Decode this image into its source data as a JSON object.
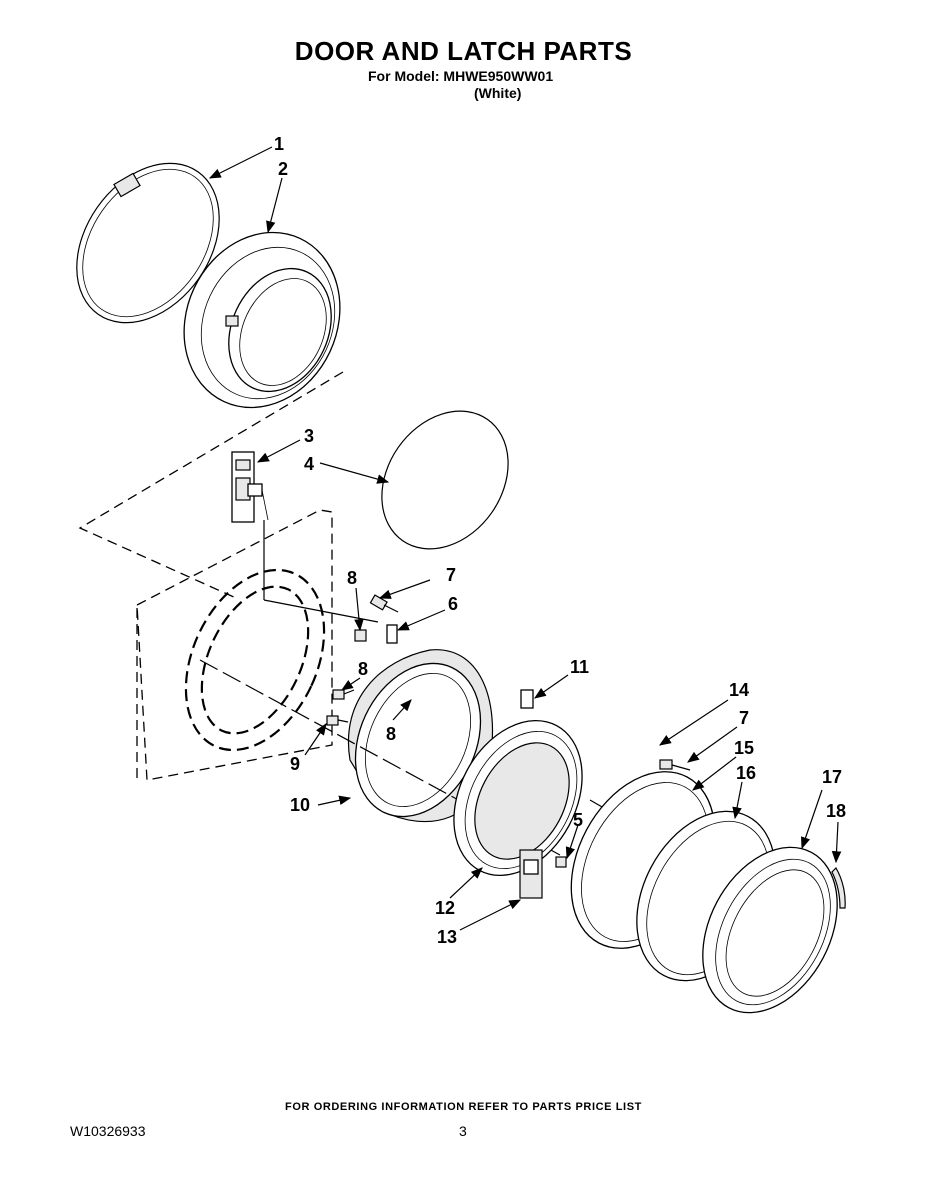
{
  "header": {
    "title": "DOOR AND LATCH PARTS",
    "model_line": "For Model: MHWE950WW01",
    "color_line": "(White)"
  },
  "callouts": {
    "c1": "1",
    "c2": "2",
    "c3": "3",
    "c4": "4",
    "c5": "5",
    "c6": "6",
    "c7a": "7",
    "c7b": "7",
    "c8a": "8",
    "c8b": "8",
    "c8c": "8",
    "c9": "9",
    "c10": "10",
    "c11": "11",
    "c12": "12",
    "c13": "13",
    "c14": "14",
    "c15": "15",
    "c16": "16",
    "c17": "17",
    "c18": "18"
  },
  "footer": {
    "ordering_note": "FOR ORDERING INFORMATION REFER TO PARTS PRICE LIST",
    "document_number": "W10326933",
    "page_number": "3"
  }
}
